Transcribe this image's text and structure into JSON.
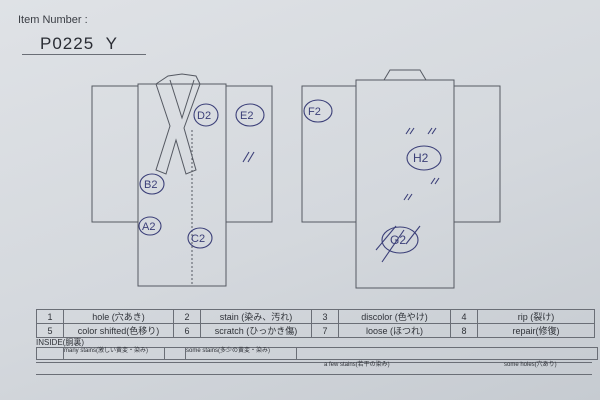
{
  "header": {
    "item_number_label": "Item Number :",
    "item_number_value": "P0225  Y"
  },
  "marks": {
    "d2": "D2",
    "e2": "E2",
    "b2": "B2",
    "a2": "A2",
    "c2": "C2",
    "f2": "F2",
    "h2": "H2",
    "g2": "G2"
  },
  "legend": [
    {
      "num": "1",
      "label": "hole (穴あき)"
    },
    {
      "num": "2",
      "label": "stain (染み、汚れ)"
    },
    {
      "num": "3",
      "label": "discolor (色やけ)"
    },
    {
      "num": "4",
      "label": "rip (裂け)"
    },
    {
      "num": "5",
      "label": "color shifted(色移り)"
    },
    {
      "num": "6",
      "label": "scratch (ひっかき傷)"
    },
    {
      "num": "7",
      "label": "loose (ほつれ)"
    },
    {
      "num": "8",
      "label": "repair(修復)"
    }
  ],
  "inside": {
    "title": "INSIDE(胴裏)",
    "many_stains": "many stains(激しい黄変・染み)",
    "some_stains": "some stains(多少の黄変・染み)",
    "few_stains": "a few stains(若干の染み)",
    "some_holes": "some holes(穴あり)"
  },
  "colors": {
    "ink": "#3b3f78",
    "line": "#6a6e76",
    "paper": "#dfe2e6"
  }
}
